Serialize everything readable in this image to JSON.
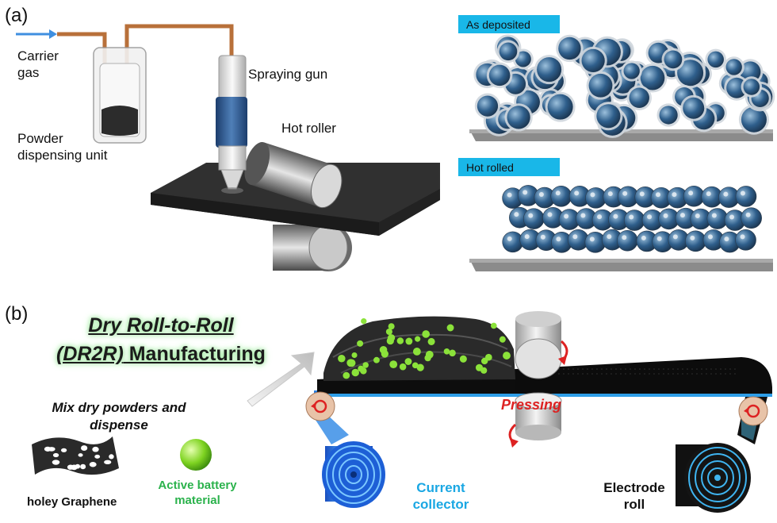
{
  "panel_a": {
    "label": "(a)",
    "carrier_gas": "Carrier\ngas",
    "powder_unit": "Powder\ndispensing unit",
    "spraying_gun": "Spraying gun",
    "hot_roller": "Hot roller",
    "as_deposited": "As deposited",
    "hot_rolled": "Hot rolled"
  },
  "panel_b": {
    "label": "(b)",
    "title_line1": "Dry Roll-to-Roll",
    "title_line2_italic": "(DR2R)",
    "title_line2_rest": " Manufacturing",
    "mix_text": "Mix dry powders and dispense",
    "holey_graphene": "holey Graphene",
    "active_material": "Active battery material",
    "pressing": "Pressing",
    "current_collector": "Current collector",
    "electrode_roll": "Electrode roll"
  },
  "colors": {
    "tag_blue": "#19b7e8",
    "copper": "#b8703a",
    "green_particle": "#8be23a",
    "current_blue": "#1aa7e3",
    "pressing_red": "#d22222"
  }
}
